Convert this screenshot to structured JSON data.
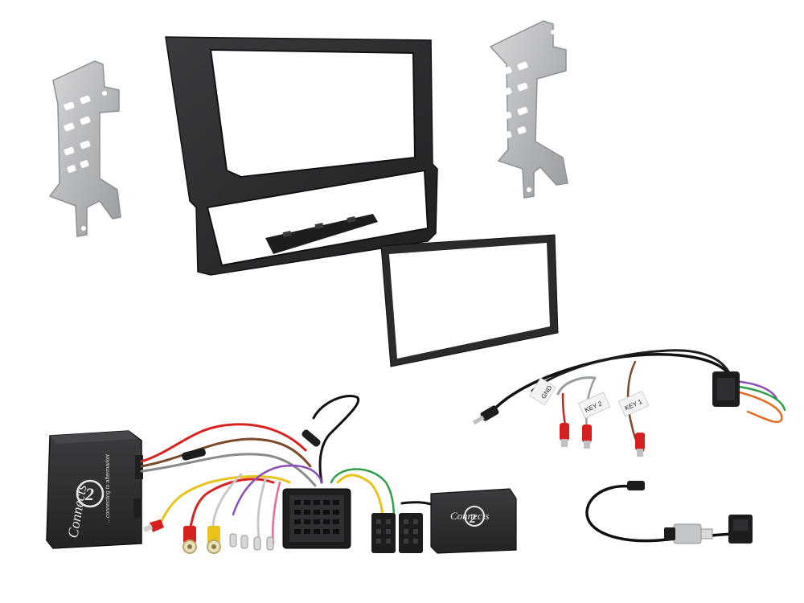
{
  "brand": {
    "logo_text": "Connects",
    "logo_numeral": "2",
    "tagline": "...connecting to aftermarket"
  },
  "cable_tags": [
    "GND",
    "KEY 2",
    "KEY 1"
  ],
  "colors": {
    "bracket": "#b9bcbf",
    "fascia": "#2a2b2d",
    "module": "#2c2d2f",
    "plug_red": "#d81f1f",
    "plug_yellow": "#e9c21a",
    "wire_orange": "#e36b1f",
    "wire_green": "#2f9e4a",
    "wire_purple": "#8a4fb5",
    "wire_brown": "#7a4a2a"
  }
}
